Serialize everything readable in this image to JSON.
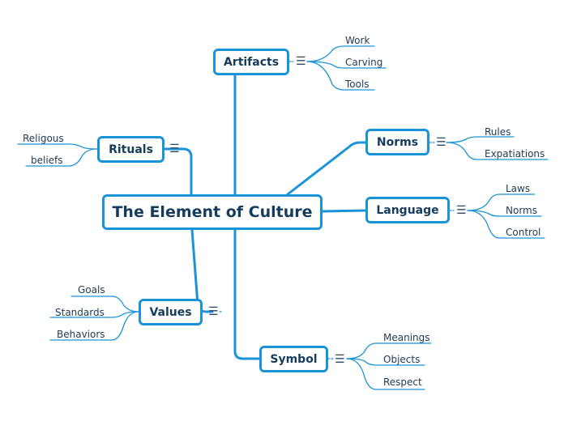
{
  "central": "The Element of Culture",
  "branches": {
    "artifacts": {
      "label": "Artifacts",
      "children": [
        "Work",
        "Carving",
        "Tools"
      ]
    },
    "rituals": {
      "label": "Rituals",
      "children": [
        "Religous",
        "beliefs"
      ]
    },
    "norms": {
      "label": "Norms",
      "children": [
        "Rules",
        "Expatiations"
      ]
    },
    "language": {
      "label": "Language",
      "children": [
        "Laws",
        "Norms",
        "Control"
      ]
    },
    "values": {
      "label": "Values",
      "children": [
        "Goals",
        "Standards",
        "Behaviors"
      ]
    },
    "symbol": {
      "label": "Symbol",
      "children": [
        "Meanings",
        "Objects",
        "Respect"
      ]
    }
  },
  "notes_icon": "menu-lines-icon",
  "colors": {
    "line": "#1b93d8",
    "text": "#143c5c"
  }
}
